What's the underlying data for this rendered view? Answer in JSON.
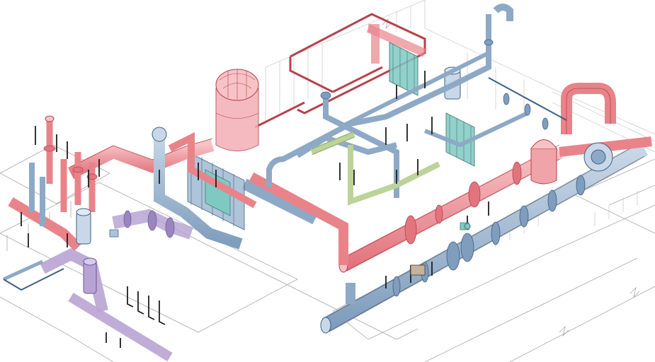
{
  "diagram": {
    "kind": "isometric piping layout",
    "colors": {
      "background": "#ffffff",
      "hot_pipe": "#e9838a",
      "hot_pipe_edge": "#b5414d",
      "cold_pipe": "#8da9c6",
      "cold_pipe_edge": "#3d5f82",
      "aux_pipe": "#b8a4d4",
      "aux_pipe_edge": "#6a5594",
      "green_pipe": "#bcd39a",
      "green_pipe_edge": "#6e8a48",
      "teal_equipment": "#7fc9c3",
      "valve_stem": "#1d1d1d",
      "floor_lines": "#a9a9a9"
    },
    "equipment": [
      {
        "name": "storage-tank",
        "icon": "tank-icon"
      },
      {
        "name": "plate-heat-exchanger-left",
        "icon": "heat-exchanger-icon"
      },
      {
        "name": "plate-heat-exchanger-upper",
        "icon": "heat-exchanger-icon"
      },
      {
        "name": "plate-heat-exchanger-right",
        "icon": "heat-exchanger-icon"
      },
      {
        "name": "pump-left",
        "icon": "pump-icon"
      },
      {
        "name": "pump-lower-left",
        "icon": "pump-icon"
      },
      {
        "name": "pump-upper",
        "icon": "pump-icon"
      },
      {
        "name": "domed-vessel",
        "icon": "vessel-icon"
      },
      {
        "name": "volute-pump",
        "icon": "pump-icon"
      }
    ]
  }
}
